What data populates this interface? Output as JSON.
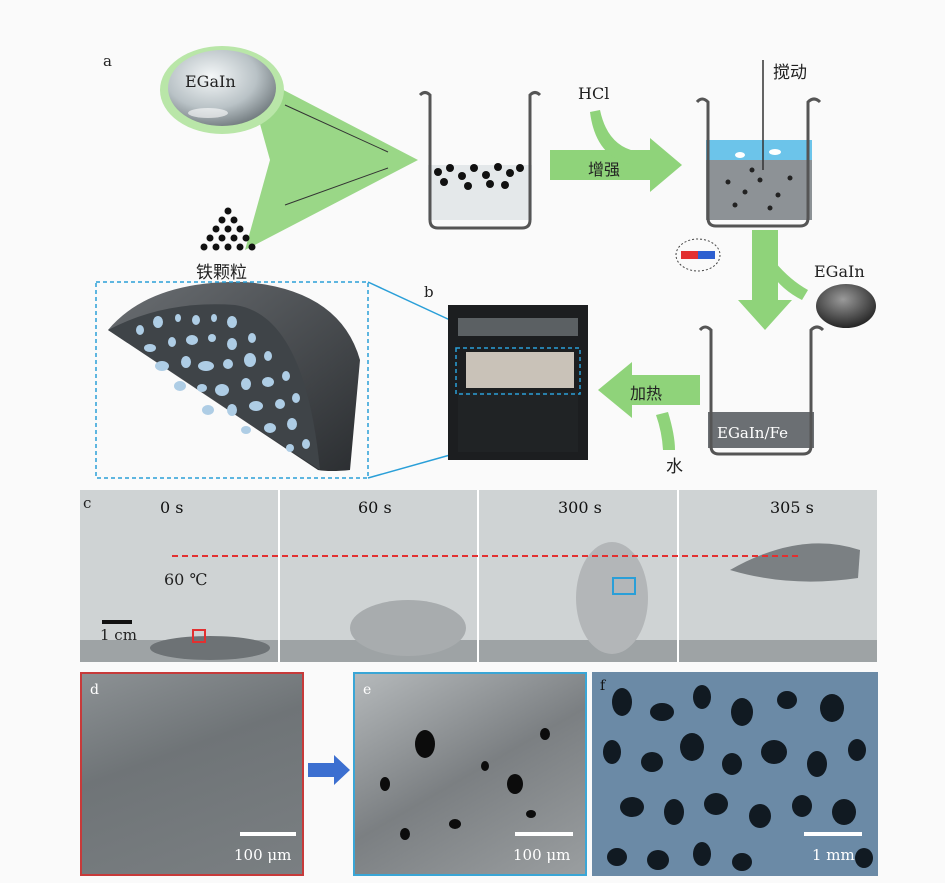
{
  "panel_labels": {
    "a": "a",
    "b": "b",
    "c": "c",
    "d": "d",
    "e": "e",
    "f": "f"
  },
  "schematic": {
    "droplet_label": "EGaIn",
    "particles_label": "铁颗粒",
    "acid_label": "HCl",
    "enhance_label": "增强",
    "stir_label": "搅动",
    "egain_drop_label": "EGaIn",
    "beaker_bottom_label": "EGaIn/Fe",
    "heat_label": "加热",
    "water_label": "水"
  },
  "panel_c": {
    "times": [
      "0 s",
      "60 s",
      "300 s",
      "305 s"
    ],
    "temperature": "60 ℃",
    "scale_bar": "1 cm"
  },
  "sem": {
    "d_scale": "100 μm",
    "e_scale": "100 μm",
    "f_scale": "1 mm"
  },
  "colors": {
    "arrow_green": "#8fd37a",
    "dashed_blue": "#2a9fd8",
    "panel_d_border": "#c73a3a",
    "panel_e_border": "#3aa6d6",
    "water_blue": "#6cc4ea",
    "red_line": "#e23030"
  }
}
